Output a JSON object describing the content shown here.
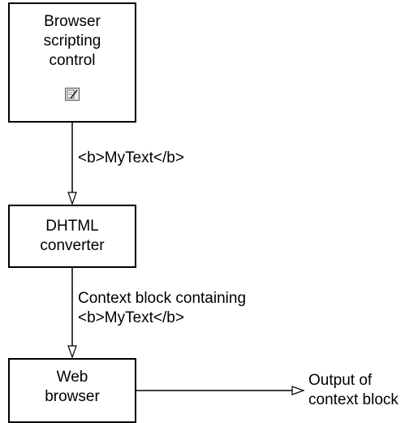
{
  "boxes": {
    "browser_control": {
      "lines": [
        "Browser",
        "scripting",
        "control"
      ],
      "icon": "script-edit-icon"
    },
    "dhtml_converter": {
      "lines": [
        "DHTML",
        "converter"
      ]
    },
    "web_browser": {
      "lines": [
        "Web",
        "browser"
      ]
    }
  },
  "edges": {
    "control_to_converter": {
      "lines": [
        "<b>MyText</b>"
      ]
    },
    "converter_to_browser": {
      "lines": [
        "Context block containing",
        "<b>MyText</b>"
      ]
    },
    "browser_to_output": {
      "lines": [
        "Output of",
        "context block"
      ]
    }
  }
}
